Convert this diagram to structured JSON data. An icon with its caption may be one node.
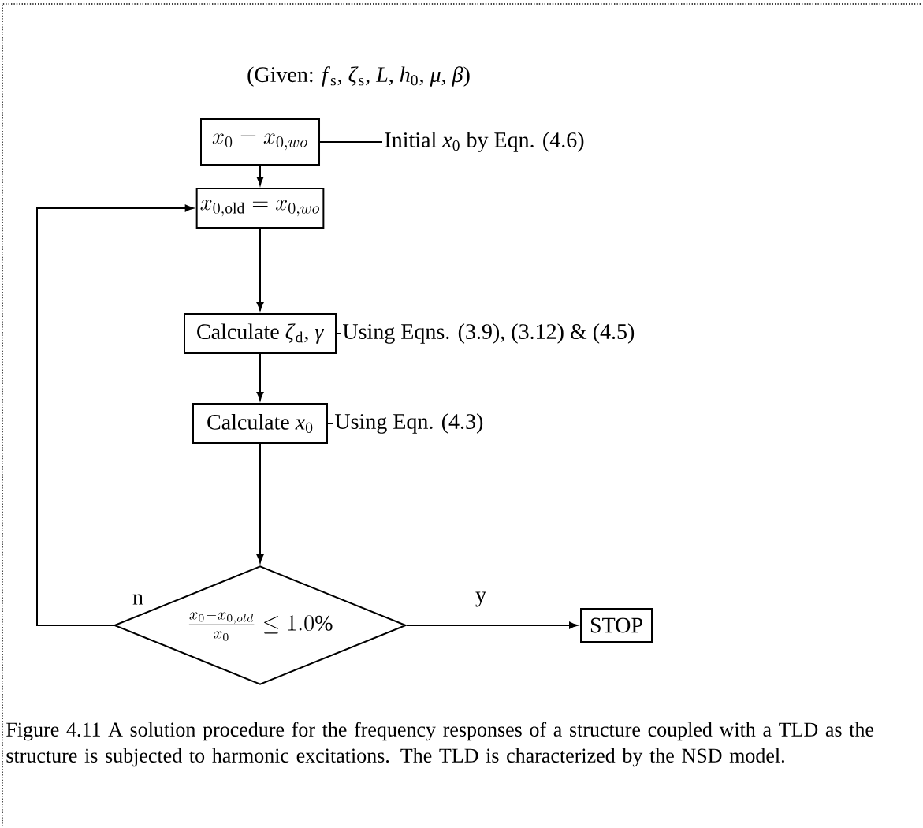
{
  "diagram": {
    "title": "(Given: *f*$_{s}$, *ζ*$_{s}$, *L*, *h*$_{0}$, *μ*, *β*)",
    "nodes": [
      {
        "text": [
          "x_0 = x_{0,wo}"
        ]
      },
      {
        "text": [
          "Initial *x*$_{0}$ by Eqn. (4.6)"
        ]
      },
      {
        "text": [
          "x_{0,\\mathrm{old}} = x_{0,wo}"
        ]
      },
      {
        "text": [
          "Calculate *ζ*$_{d}$, *γ*"
        ]
      },
      {
        "text": [
          "Using Eqns. (3.9), (3.12) & (4.5)"
        ]
      },
      {
        "text": [
          "Calculate *x*$_{0}$"
        ]
      },
      {
        "text": [
          "Using Eqn. (4.3)"
        ]
      },
      {
        "text": [
          "\\frac{x_0 - x_{0,old}}{x_0} \\le 1.0\\%"
        ]
      },
      {
        "text": [
          "STOP"
        ]
      }
    ],
    "edges": [
      {
        "from": 0,
        "to": 1,
        "arrow": "none"
      },
      {
        "from": 0,
        "to": 2,
        "arrow": "to"
      },
      {
        "from": 2,
        "to": 3,
        "arrow": "to"
      },
      {
        "from": 3,
        "to": 4,
        "arrow": "none"
      },
      {
        "from": 3,
        "to": 5,
        "arrow": "to"
      },
      {
        "from": 5,
        "to": 6,
        "arrow": "none"
      },
      {
        "from": 5,
        "to": 7,
        "arrow": "to"
      },
      {
        "from": 7,
        "to": 2,
        "arrow": "to",
        "label": "n"
      },
      {
        "from": 7,
        "to": 8,
        "arrow": "to",
        "label": "y"
      }
    ],
    "caption": "Figure 4.11 A solution procedure for the frequency responses of a structure coupled with a TLD as the structure is subjected to harmonic excitations.  The TLD is characterized by the NSD model."
  }
}
